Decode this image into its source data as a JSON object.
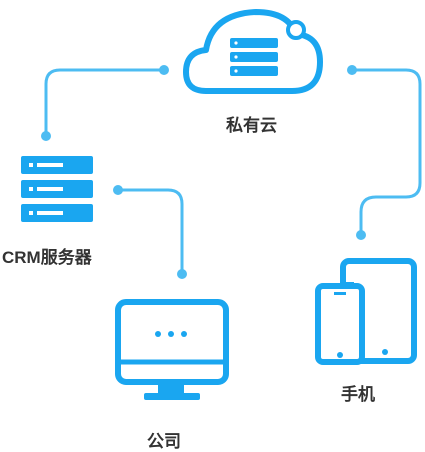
{
  "colors": {
    "primary": "#1aa6f0",
    "connector": "#4dbcf2",
    "text": "#333333",
    "background": "#ffffff"
  },
  "nodes": {
    "private_cloud": {
      "label": "私有云",
      "icon": "cloud-server-icon"
    },
    "crm_server": {
      "label": "CRM服务器",
      "icon": "server-rack-icon"
    },
    "company": {
      "label": "公司",
      "icon": "desktop-monitor-icon"
    },
    "mobile": {
      "label": "手机",
      "icon": "phone-tablet-icon"
    }
  },
  "connections": [
    {
      "from": "private_cloud",
      "to": "crm_server"
    },
    {
      "from": "private_cloud",
      "to": "mobile"
    },
    {
      "from": "crm_server",
      "to": "company"
    }
  ]
}
